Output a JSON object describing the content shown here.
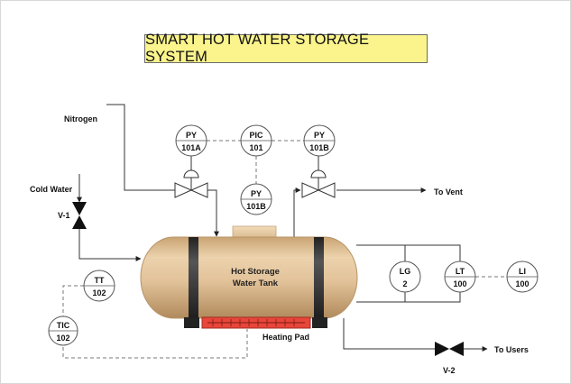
{
  "title": "SMART HOT WATER STORAGE SYSTEM",
  "labels": {
    "nitrogen": "Nitrogen",
    "cold_water": "Cold Water",
    "to_vent": "To Vent",
    "to_users": "To Users",
    "heating_pad": "Heating Pad",
    "v1": "V-1",
    "v2": "V-2"
  },
  "tank": {
    "line1": "Hot Storage",
    "line2": "Water Tank"
  },
  "instruments": {
    "py101a": {
      "tag": "PY",
      "num": "101A"
    },
    "pic101": {
      "tag": "PIC",
      "num": "101"
    },
    "py101b_top": {
      "tag": "PY",
      "num": "101B"
    },
    "py101b_mid": {
      "tag": "PY",
      "num": "101B"
    },
    "tt102": {
      "tag": "TT",
      "num": "102"
    },
    "tic102": {
      "tag": "TIC",
      "num": "102"
    },
    "lg2": {
      "tag": "LG",
      "num": "2"
    },
    "lt100": {
      "tag": "LT",
      "num": "100"
    },
    "li100": {
      "tag": "LI",
      "num": "100"
    }
  },
  "colors": {
    "title_bg": "#fbf48c",
    "tank_body": "#e2c299",
    "tank_band": "#3a3a3a",
    "heating_pad": "#e8463a",
    "instrument_fill": "#ffffff",
    "line": "#333333"
  }
}
